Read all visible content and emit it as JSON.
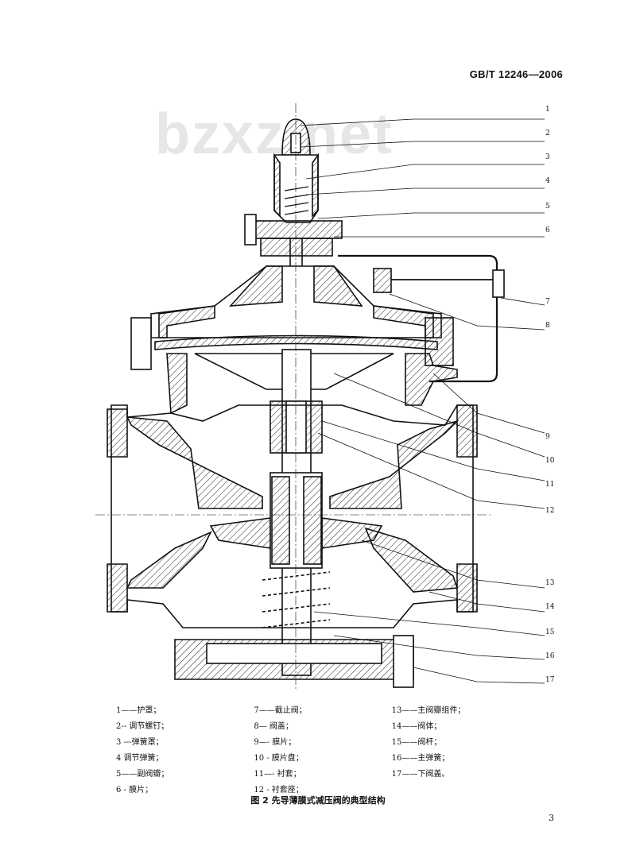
{
  "header": {
    "standard_number": "GB/T 12246—2006"
  },
  "watermark": "bzxz.net",
  "callout_numbers": [
    "1",
    "2",
    "3",
    "4",
    "5",
    "6",
    "7",
    "8",
    "9",
    "10",
    "11",
    "12",
    "13",
    "14",
    "15",
    "16",
    "17"
  ],
  "legend": {
    "col1": [
      "1——护罩；",
      "2-- 调节螺钉；",
      "3 ---弹簧罩；",
      "4   调节弹簧；",
      "5——副阀瓣；",
      "6 -  膜片；"
    ],
    "col2": [
      "7——截止阀；",
      "8—  阀盖；",
      "9—- 膜片；",
      "10 -  膜片盘；",
      "11—- 衬套；",
      "12 -  衬套座；"
    ],
    "col3": [
      "13——主阀瓣组件；",
      "14——阀体；",
      "15——阀杆；",
      "16——主弹簧；",
      "17——下阀盖。"
    ]
  },
  "caption": "图 2   先导薄膜式减压阀的典型结构",
  "page_number": "3"
}
